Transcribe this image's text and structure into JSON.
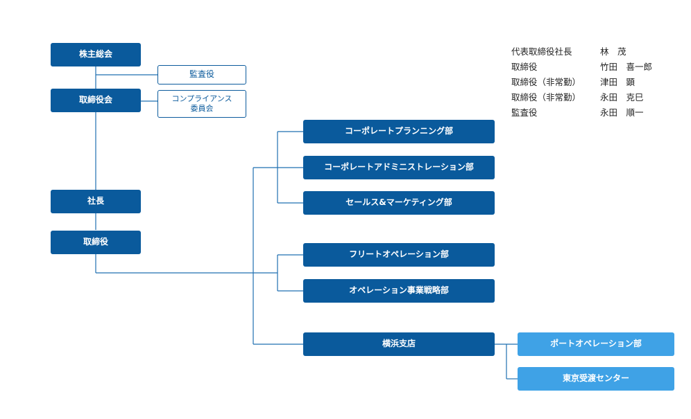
{
  "nodes": {
    "shareholders_meeting": "株主総会",
    "auditor": "監査役",
    "board_of_directors": "取締役会",
    "compliance_committee": "コンプライアンス\n委員会",
    "president": "社長",
    "director": "取締役",
    "corporate_planning": "コーポレートプランニング部",
    "corporate_administration": "コーポレートアドミニストレーション部",
    "sales_marketing": "セールス&マーケティング部",
    "fleet_operations": "フリートオペレーション部",
    "operations_strategy": "オペレーション事業戦略部",
    "yokohama_branch": "横浜支店",
    "port_operations": "ポートオペレーション部",
    "tokyo_reception": "東京受渡センター"
  },
  "officers": [
    {
      "title": "代表取締役社長",
      "name": "林　茂"
    },
    {
      "title": "取締役",
      "name": "竹田　喜一郎"
    },
    {
      "title": "取締役（非常勤）",
      "name": "津田　顕"
    },
    {
      "title": "取締役（非常勤）",
      "name": "永田　克巳"
    },
    {
      "title": "監査役",
      "name": "永田　順一"
    }
  ],
  "colors": {
    "primary": "#0a5a9c",
    "secondary": "#3fa2e6",
    "line": "#1f6fb0"
  }
}
